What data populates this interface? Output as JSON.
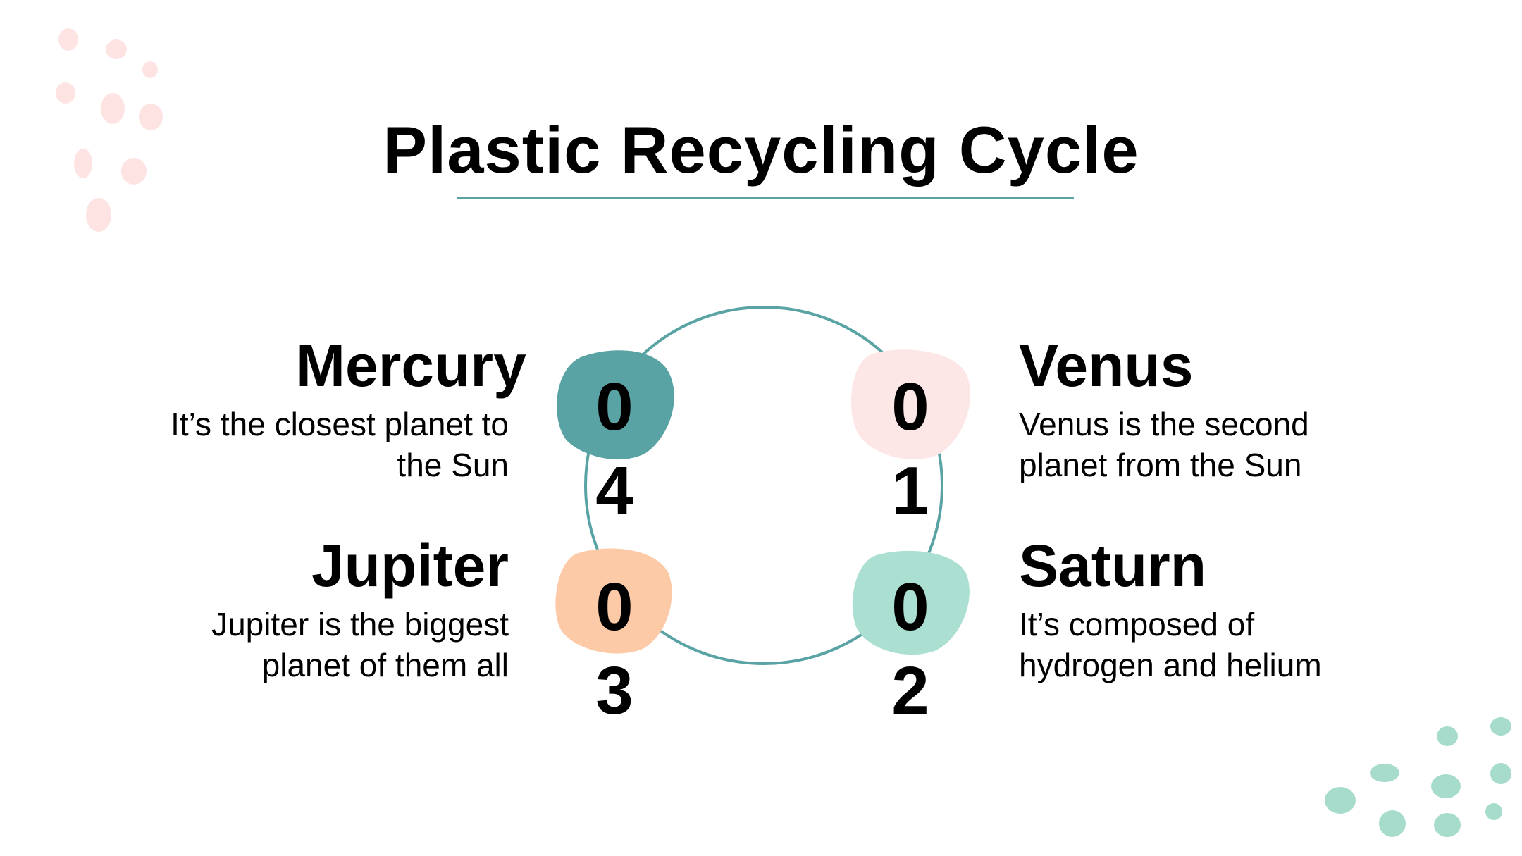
{
  "title": "Plastic Recycling Cycle",
  "colors": {
    "teal": "#5aa3a4",
    "pink": "#fde6e6",
    "peach": "#fdcaa8",
    "mint": "#aadfd2",
    "circle": "#5aa3a4"
  },
  "steps": [
    {
      "number": "01",
      "digit1": "0",
      "digit2": "1",
      "heading": "Venus",
      "text_lines": [
        "Venus is the second",
        "planet from the Sun"
      ],
      "blob_color": "pink"
    },
    {
      "number": "02",
      "digit1": "0",
      "digit2": "2",
      "heading": "Saturn",
      "text_lines": [
        "It’s composed of",
        "hydrogen and helium"
      ],
      "blob_color": "mint"
    },
    {
      "number": "03",
      "digit1": "0",
      "digit2": "3",
      "heading": "Jupiter",
      "text_lines": [
        "Jupiter is the biggest",
        "planet of them all"
      ],
      "blob_color": "peach"
    },
    {
      "number": "04",
      "digit1": "0",
      "digit2": "4",
      "heading": "Mercury",
      "text_lines": [
        "It’s the closest planet to",
        "the Sun"
      ],
      "blob_color": "teal"
    }
  ]
}
